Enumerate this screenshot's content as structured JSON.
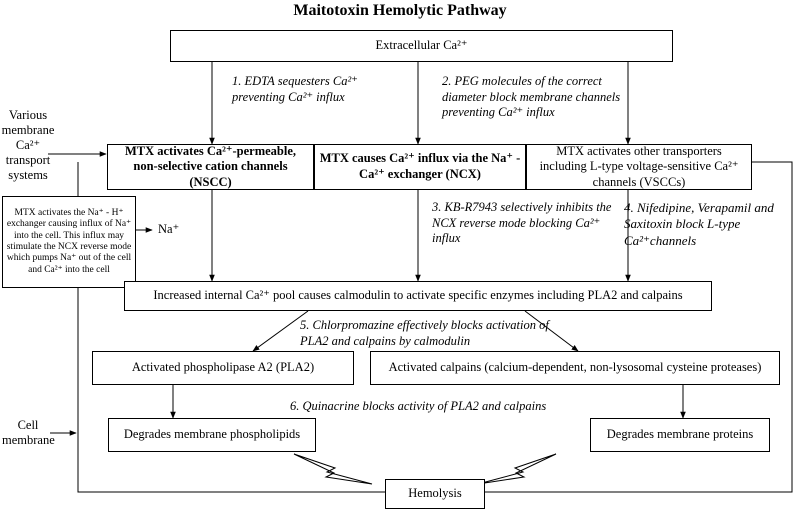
{
  "title": "Maitotoxin Hemolytic Pathway",
  "boxes": {
    "extracellular": "Extracellular Ca²⁺",
    "nscc": "MTX activates Ca²⁺-permeable, non-selective cation channels (NSCC)",
    "ncx": "MTX causes Ca²⁺ influx via the Na⁺ -Ca²⁺ exchanger (NCX)",
    "vscc": "MTX activates other transporters including L-type voltage-sensitive Ca²⁺ channels (VSCCs)",
    "nhe": "MTX activates the Na⁺ - H⁺ exchanger causing influx of Na⁺ into the cell. This influx may stimulate the NCX reverse mode which pumps Na⁺ out of the cell and Ca²⁺ into the cell",
    "calmodulin": "Increased internal Ca²⁺ pool causes calmodulin to activate specific enzymes including PLA2 and calpains",
    "pla2": "Activated phospholipase A2 (PLA2)",
    "calpains": "Activated calpains (calcium-dependent, non-lysosomal cysteine proteases)",
    "phospholipids": "Degrades membrane phospholipids",
    "proteins": "Degrades membrane proteins",
    "hemolysis": "Hemolysis"
  },
  "notes": {
    "n1": "1.  EDTA sequesters Ca²⁺ preventing Ca²⁺ influx",
    "n2": "2.  PEG molecules of the correct diameter block membrane channels preventing Ca²⁺ influx",
    "n3": "3.  KB-R7943 selectively inhibits the NCX reverse mode blocking Ca²⁺ influx",
    "n4": "4.  Nifedipine, Verapamil and Saxitoxin block L-type Ca²⁺channels",
    "n5": "5.  Chlorpromazine effectively blocks activation of PLA2 and calpains by calmodulin",
    "n6": "6.  Quinacrine blocks activity of PLA2 and calpains"
  },
  "side_labels": {
    "transport": "Various membrane Ca²⁺ transport systems",
    "na": "Na⁺",
    "cell_membrane": "Cell membrane"
  }
}
